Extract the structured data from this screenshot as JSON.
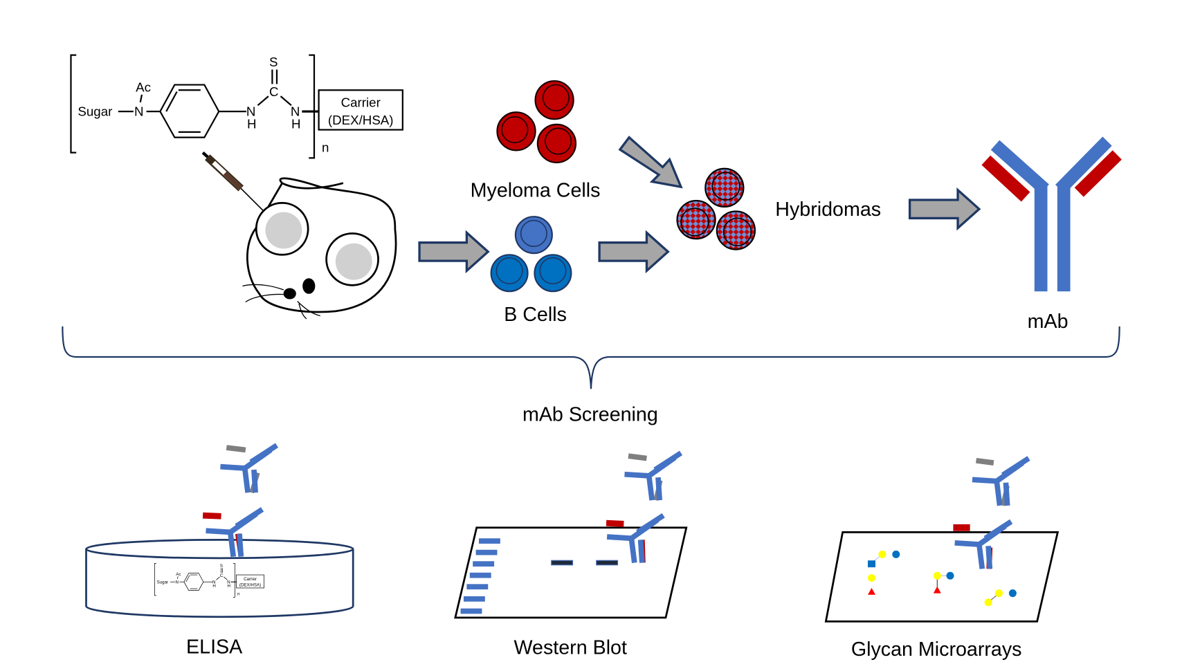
{
  "chemistry": {
    "sugar": "Sugar",
    "n1": "N",
    "ac": "Ac",
    "nh1_n": "N",
    "nh1_h": "H",
    "c": "C",
    "s": "S",
    "nh2_n": "N",
    "nh2_h": "H",
    "carrier_line1": "Carrier",
    "carrier_line2": "(DEX/HSA)",
    "repeat": "n"
  },
  "labels": {
    "myeloma": "Myeloma Cells",
    "bcells": "B Cells",
    "hybridomas": "Hybridomas",
    "mab": "mAb",
    "screening": "mAb Screening",
    "elisa": "ELISA",
    "western": "Western Blot",
    "glycan": "Glycan Microarrays"
  },
  "colors": {
    "antibody_blue": "#4472c4",
    "light_chain_red": "#c00000",
    "secondary_gray": "#7f7f7f",
    "arrow_fill": "#a6a6a6",
    "arrow_stroke": "#1f3864",
    "bcell_blue": "#0070c0",
    "glycan_yellow": "#ffff00"
  }
}
